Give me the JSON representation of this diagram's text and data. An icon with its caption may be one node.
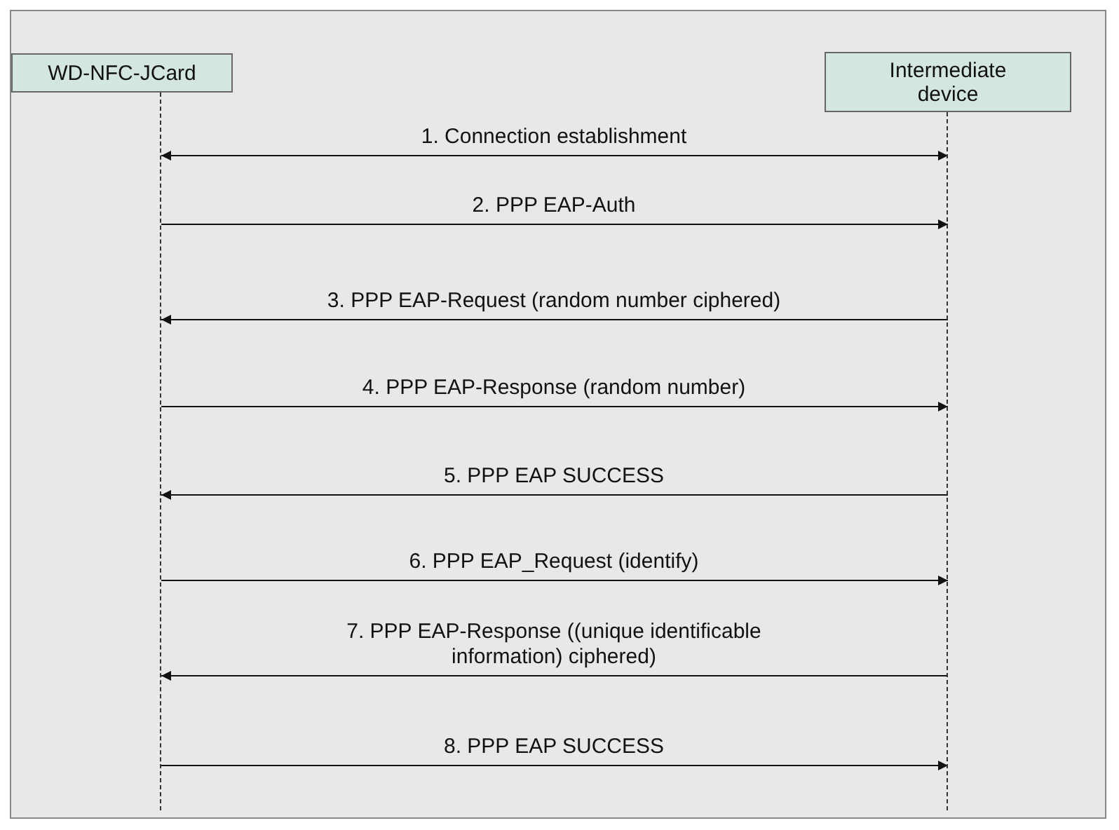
{
  "diagram": {
    "nodes": [
      {
        "text": [
          "WD-NFC-JCard"
        ]
      },
      {
        "text": [
          "Intermediate device"
        ]
      },
      {
        "text": [],
        "shape": "bar"
      },
      {
        "text": [],
        "shape": "bar"
      }
    ],
    "edges": [
      {
        "from": 2,
        "to": 3,
        "arrow": "both",
        "label": "1. Connection establishment"
      },
      {
        "from": 2,
        "to": 3,
        "arrow": "to",
        "label": "2. PPP EAP-Auth"
      },
      {
        "from": 3,
        "to": 2,
        "arrow": "to",
        "label": "3. PPP EAP-Request (random number ciphered)"
      },
      {
        "from": 2,
        "to": 3,
        "arrow": "to",
        "label": "4. PPP EAP-Response (random number)"
      },
      {
        "from": 3,
        "to": 2,
        "arrow": "to",
        "label": "5. PPP EAP SUCCESS"
      },
      {
        "from": 2,
        "to": 3,
        "arrow": "to",
        "label": "6. PPP EAP_Request (identify)"
      },
      {
        "from": 3,
        "to": 2,
        "arrow": "to",
        "label": "7. PPP EAP-Response ((unique identificable information) ciphered)"
      },
      {
        "from": 2,
        "to": 3,
        "arrow": "to",
        "label": "8. PPP EAP SUCCESS"
      }
    ]
  }
}
